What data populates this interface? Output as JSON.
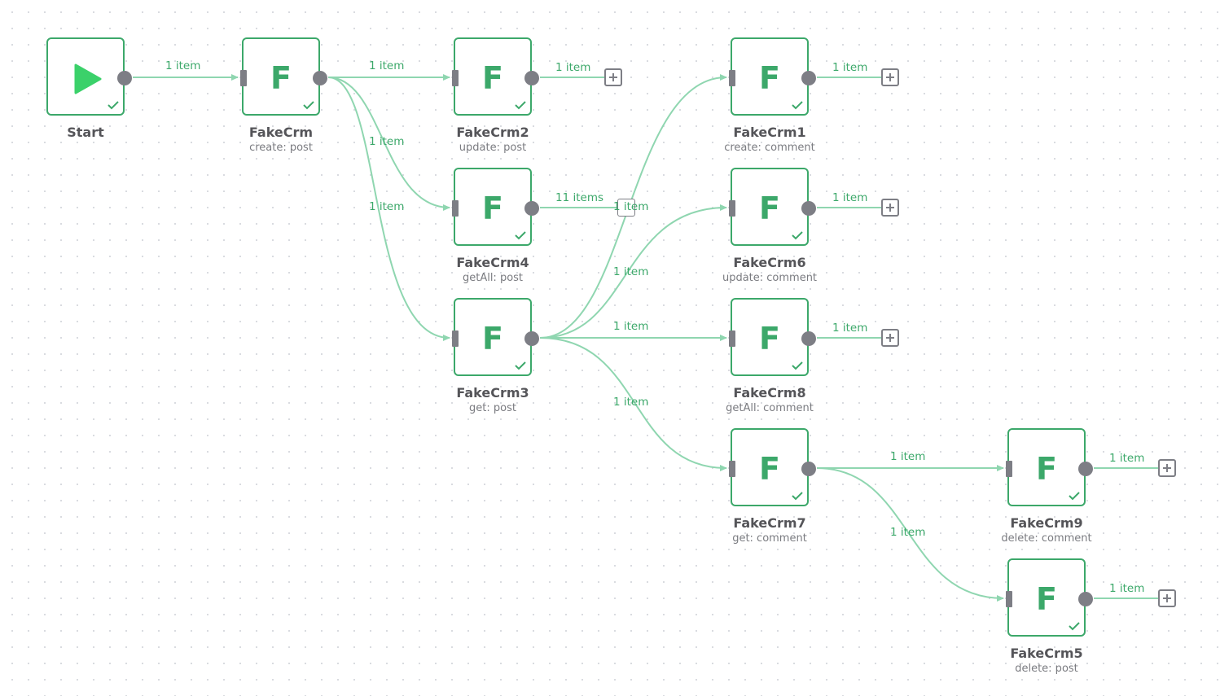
{
  "colors": {
    "accent": "#3ca86a",
    "edge": "#8fd6b0",
    "port": "#7d7e85",
    "play": "#3bd16a"
  },
  "nodes": {
    "start": {
      "title": "Start",
      "sub": "",
      "icon": "play-icon"
    },
    "fakecrm": {
      "title": "FakeCrm",
      "sub": "create: post",
      "letter": "F"
    },
    "fakecrm2": {
      "title": "FakeCrm2",
      "sub": "update: post",
      "letter": "F"
    },
    "fakecrm4": {
      "title": "FakeCrm4",
      "sub": "getAll: post",
      "letter": "F"
    },
    "fakecrm3": {
      "title": "FakeCrm3",
      "sub": "get: post",
      "letter": "F"
    },
    "fakecrm1": {
      "title": "FakeCrm1",
      "sub": "create: comment",
      "letter": "F"
    },
    "fakecrm6": {
      "title": "FakeCrm6",
      "sub": "update: comment",
      "letter": "F"
    },
    "fakecrm8": {
      "title": "FakeCrm8",
      "sub": "getAll: comment",
      "letter": "F"
    },
    "fakecrm7": {
      "title": "FakeCrm7",
      "sub": "get: comment",
      "letter": "F"
    },
    "fakecrm9": {
      "title": "FakeCrm9",
      "sub": "delete: comment",
      "letter": "F"
    },
    "fakecrm5": {
      "title": "FakeCrm5",
      "sub": "delete: post",
      "letter": "F"
    }
  },
  "edges": {
    "start_fakecrm": "1 item",
    "fakecrm_fakecrm2": "1 item",
    "fakecrm_fakecrm4": "1 item",
    "fakecrm_fakecrm3": "1 item",
    "fakecrm2_out": "1 item",
    "fakecrm4_out": "11 items",
    "fakecrm3_fakecrm1": "1 item",
    "fakecrm3_fakecrm6": "1 item",
    "fakecrm3_fakecrm8": "1 item",
    "fakecrm3_fakecrm7": "1 item",
    "fakecrm1_out": "1 item",
    "fakecrm6_out": "1 item",
    "fakecrm8_out": "1 item",
    "fakecrm7_fakecrm9": "1 item",
    "fakecrm7_fakecrm5": "1 item",
    "fakecrm9_out": "1 item",
    "fakecrm5_out": "1 item"
  }
}
